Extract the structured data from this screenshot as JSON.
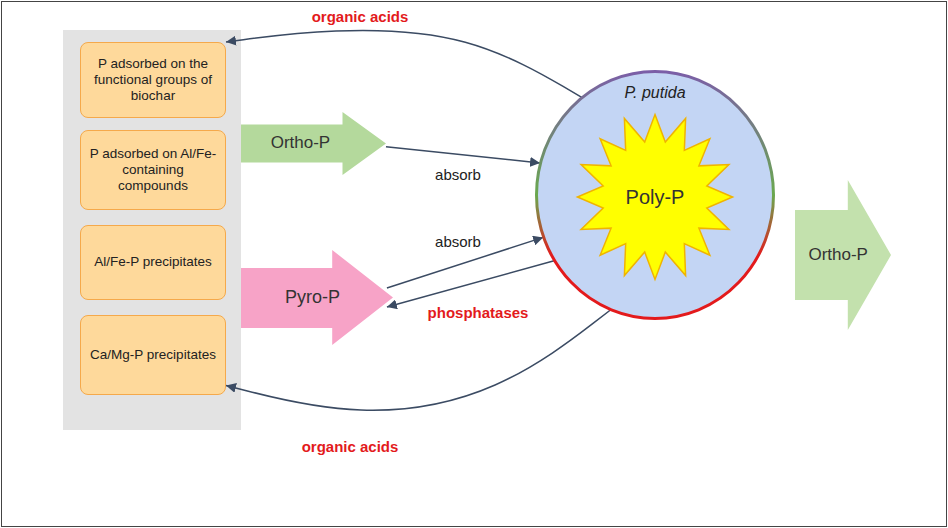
{
  "diagram": {
    "nodes": [
      {
        "text": [
          "P adsorbed on the functional groups of biochar"
        ]
      },
      {
        "text": [
          "P adsorbed on Al/Fe-containing compounds"
        ]
      },
      {
        "text": [
          "Al/Fe-P precipitates"
        ]
      },
      {
        "text": [
          "Ca/Mg-P precipitates"
        ]
      },
      {
        "text": [
          "Ortho-P"
        ]
      },
      {
        "text": [
          "Pyro-P"
        ]
      },
      {
        "text": [
          "P. putida"
        ]
      },
      {
        "text": [
          "Poly-P"
        ],
        "in": 6
      },
      {
        "text": [
          "Ortho-P"
        ]
      }
    ],
    "edges": [
      {
        "from": 6,
        "to": 0,
        "label": "organic acids",
        "arrow": "to"
      },
      {
        "from": 4,
        "to": 6,
        "label": "absorb",
        "arrow": "to"
      },
      {
        "from": 5,
        "to": 6,
        "label": "absorb",
        "arrow": "to"
      },
      {
        "from": 6,
        "to": 5,
        "label": "phosphatases",
        "arrow": "to"
      },
      {
        "from": 6,
        "to": 3,
        "label": "organic acids",
        "arrow": "to"
      }
    ]
  }
}
